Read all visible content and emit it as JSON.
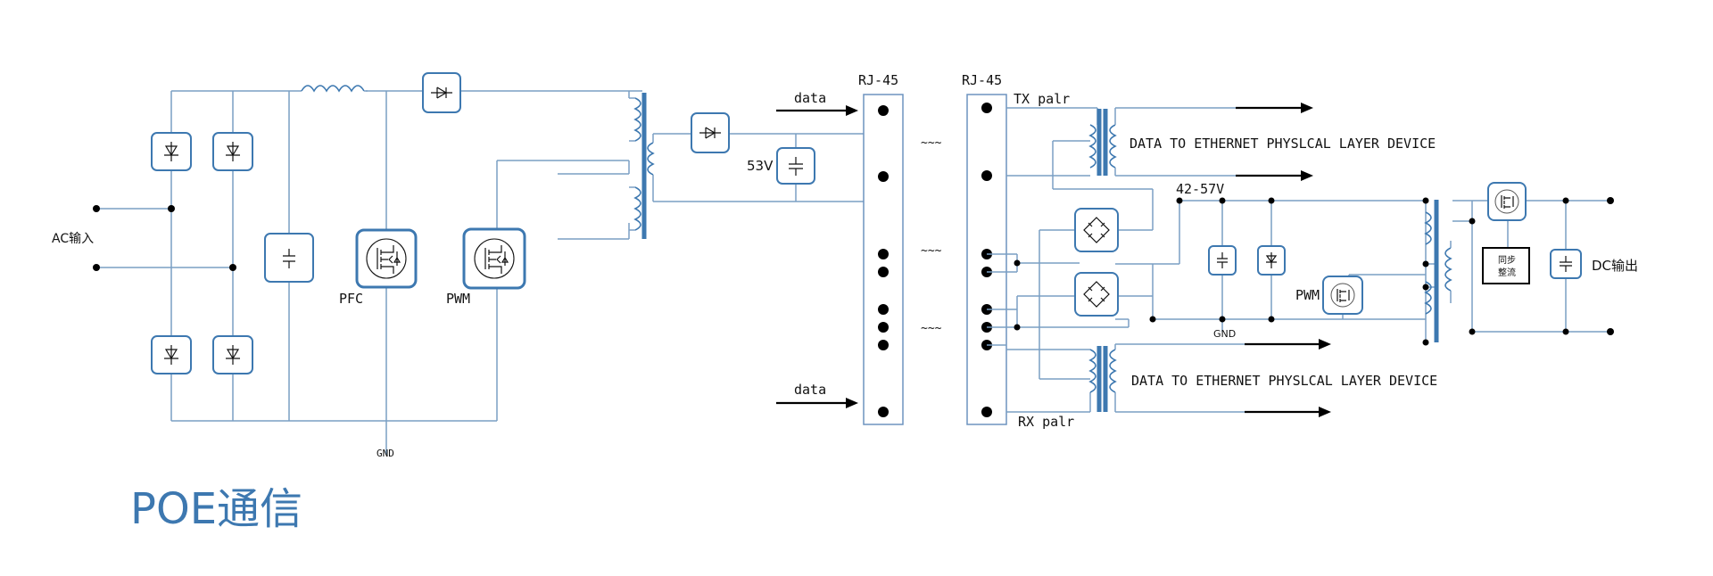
{
  "labels": {
    "ac_input": "AC输入",
    "pfc": "PFC",
    "pwm_left": "PWM",
    "gnd_left": "GND",
    "v53": "53V",
    "data_top": "data",
    "data_bottom": "data",
    "rj45_left": "RJ-45",
    "rj45_right": "RJ-45",
    "tilde_1": "~~~",
    "tilde_2": "~~~",
    "tilde_3": "~~~",
    "tx_pair": "TX palr",
    "rx_pair": "RX palr",
    "data_to_eth_top": "DATA TO ETHERNET PHYSLCAL LAYER DEVICE",
    "data_to_eth_bottom": "DATA TO ETHERNET PHYSLCAL LAYER DEVICE",
    "v42_57": "42-57V",
    "gnd_right": "GND",
    "pwm_right": "PWM",
    "sync_rect_line1": "同步",
    "sync_rect_line2": "整流",
    "dc_output": "DC输出"
  },
  "title": "POE通信",
  "colors": {
    "wire": "#7a9fc4",
    "component_border": "#3d78b0",
    "title": "#3d78b0"
  }
}
